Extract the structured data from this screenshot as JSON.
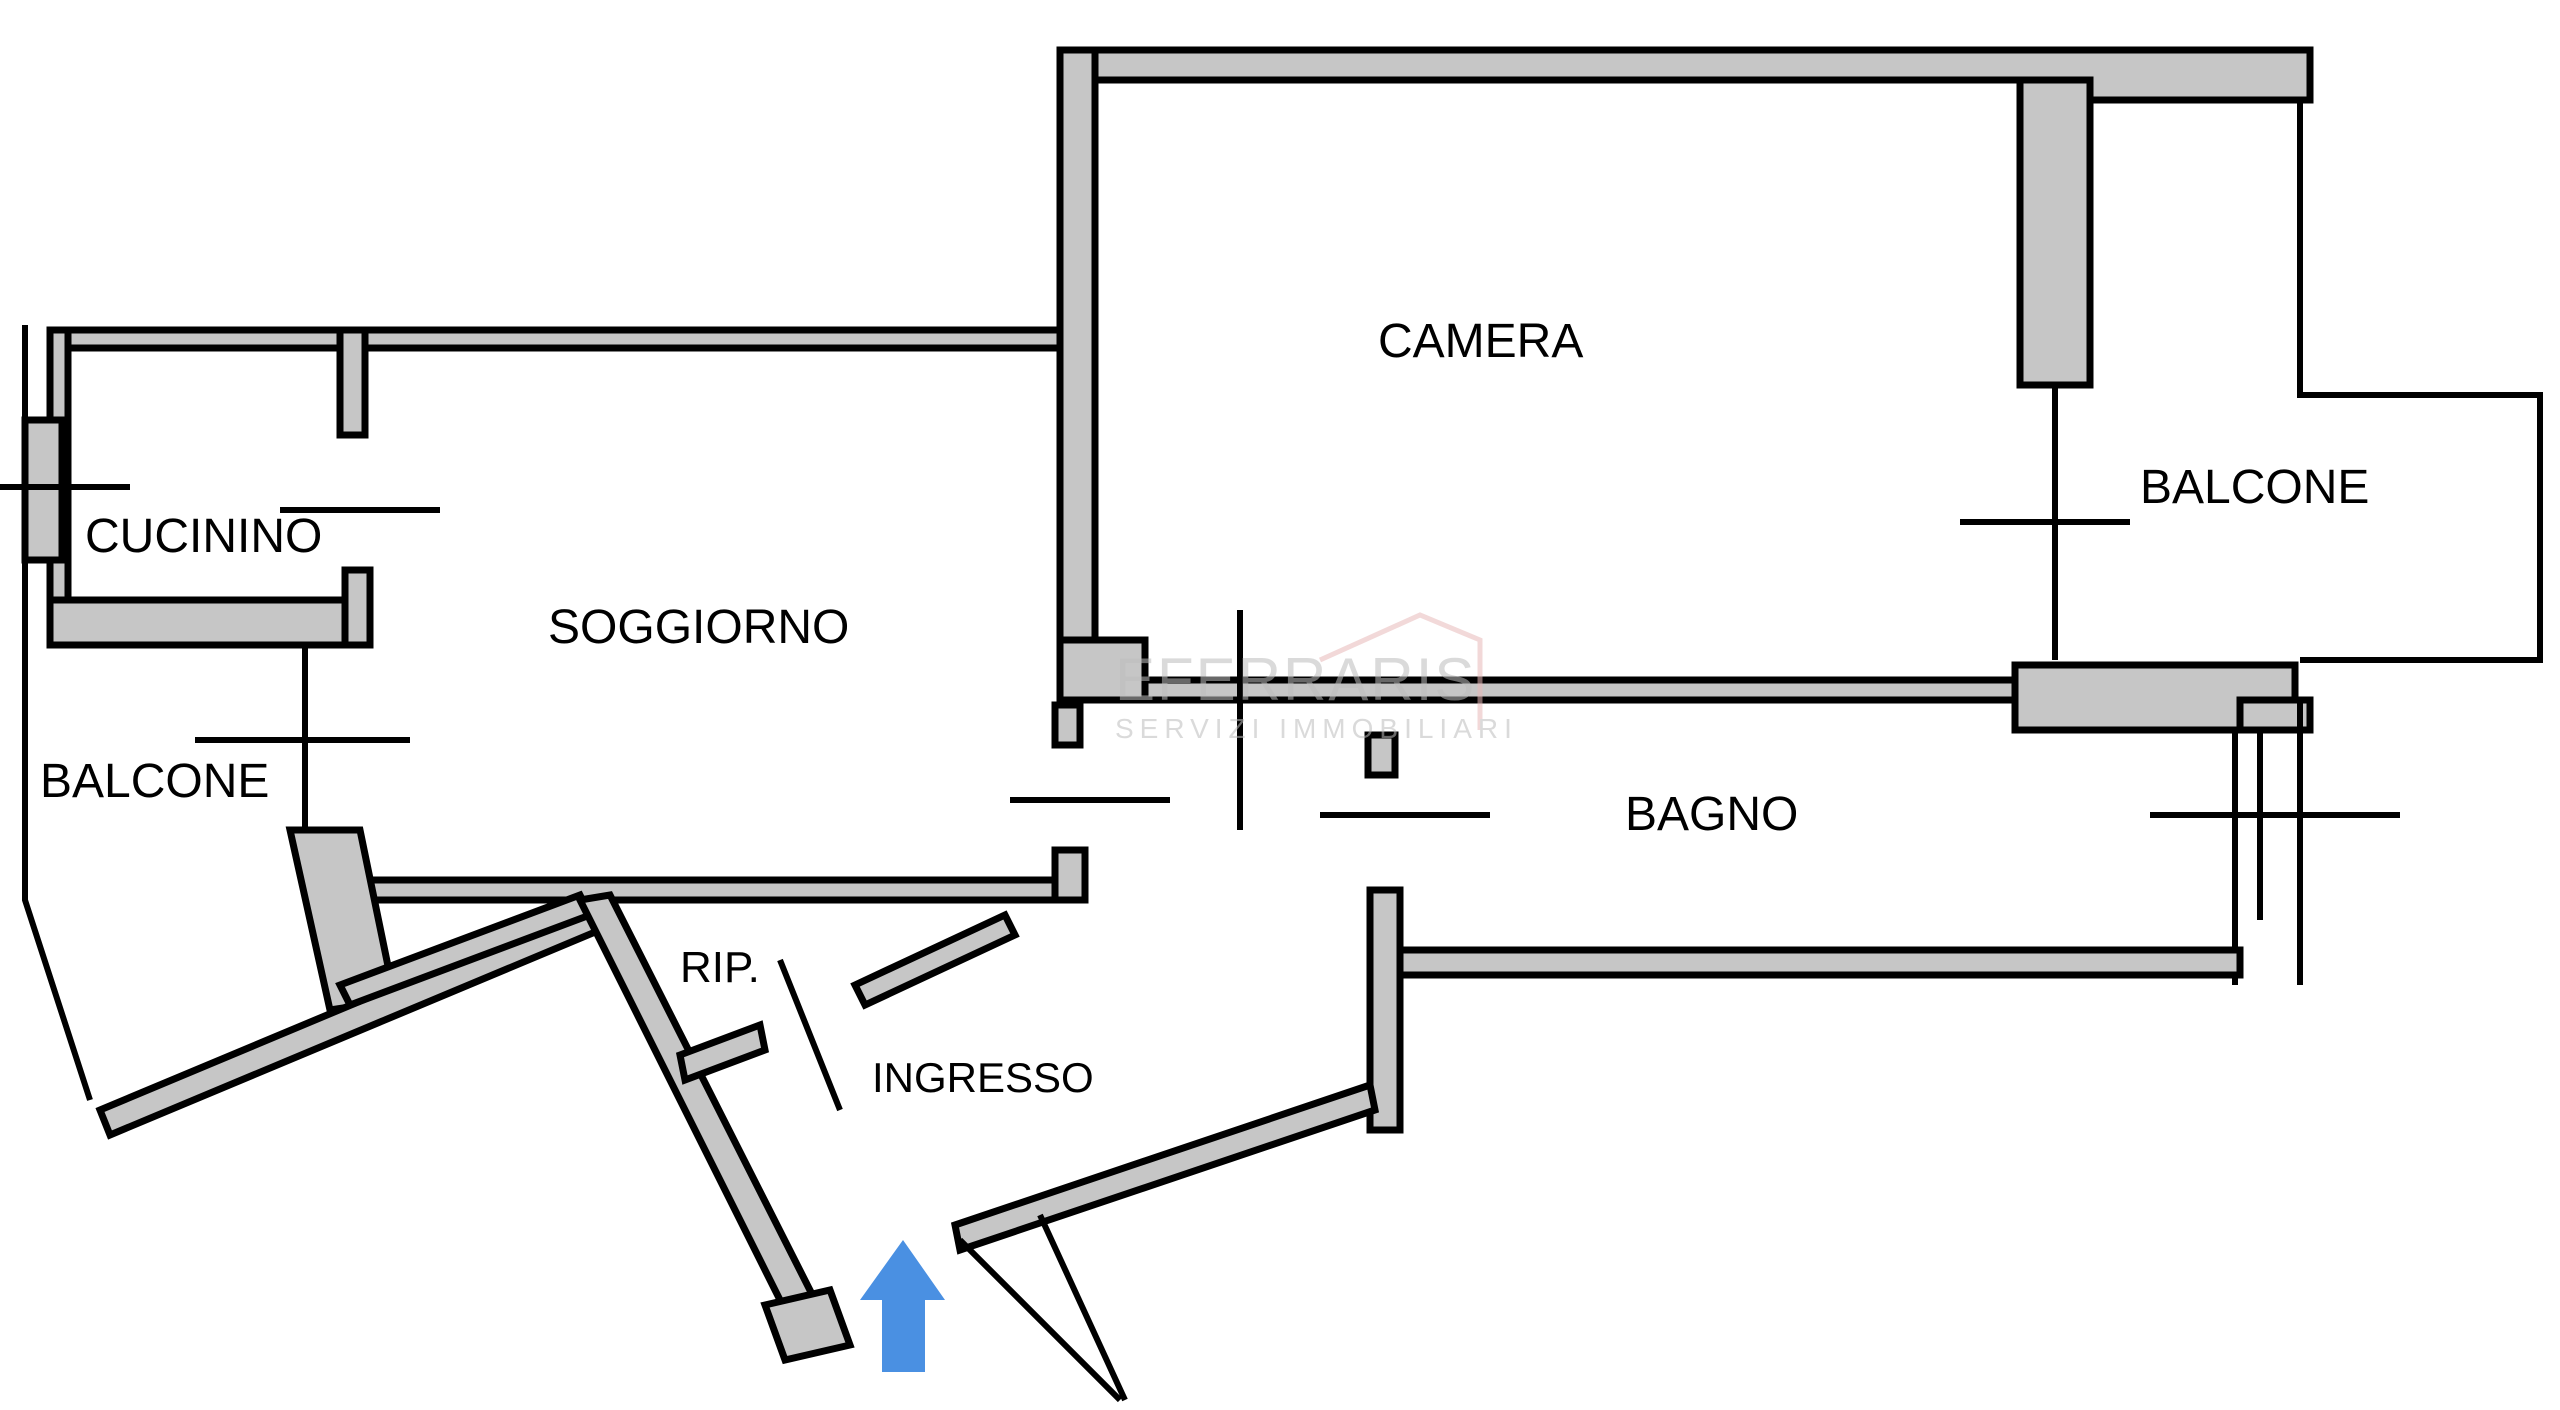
{
  "rooms": {
    "cucinino": "CUCININO",
    "soggiorno": "SOGGIORNO",
    "balcone_left": "BALCONE",
    "camera": "CAMERA",
    "balcone_right": "BALCONE",
    "bagno": "BAGNO",
    "ripostiglio": "RIP.",
    "ingresso": "INGRESSO"
  },
  "watermark": {
    "brand": "EFERRARIS",
    "tagline": "SERVIZI IMMOBILIARI"
  },
  "colors": {
    "wall_fill": "#c6c6c6",
    "line": "#000000",
    "entrance_arrow": "#4a90e2",
    "watermark": "#c9c9c9",
    "watermark_accent": "#e8b9b9"
  },
  "icons": {
    "entrance": "arrow-up-icon",
    "watermark_roof": "house-roof-icon"
  }
}
